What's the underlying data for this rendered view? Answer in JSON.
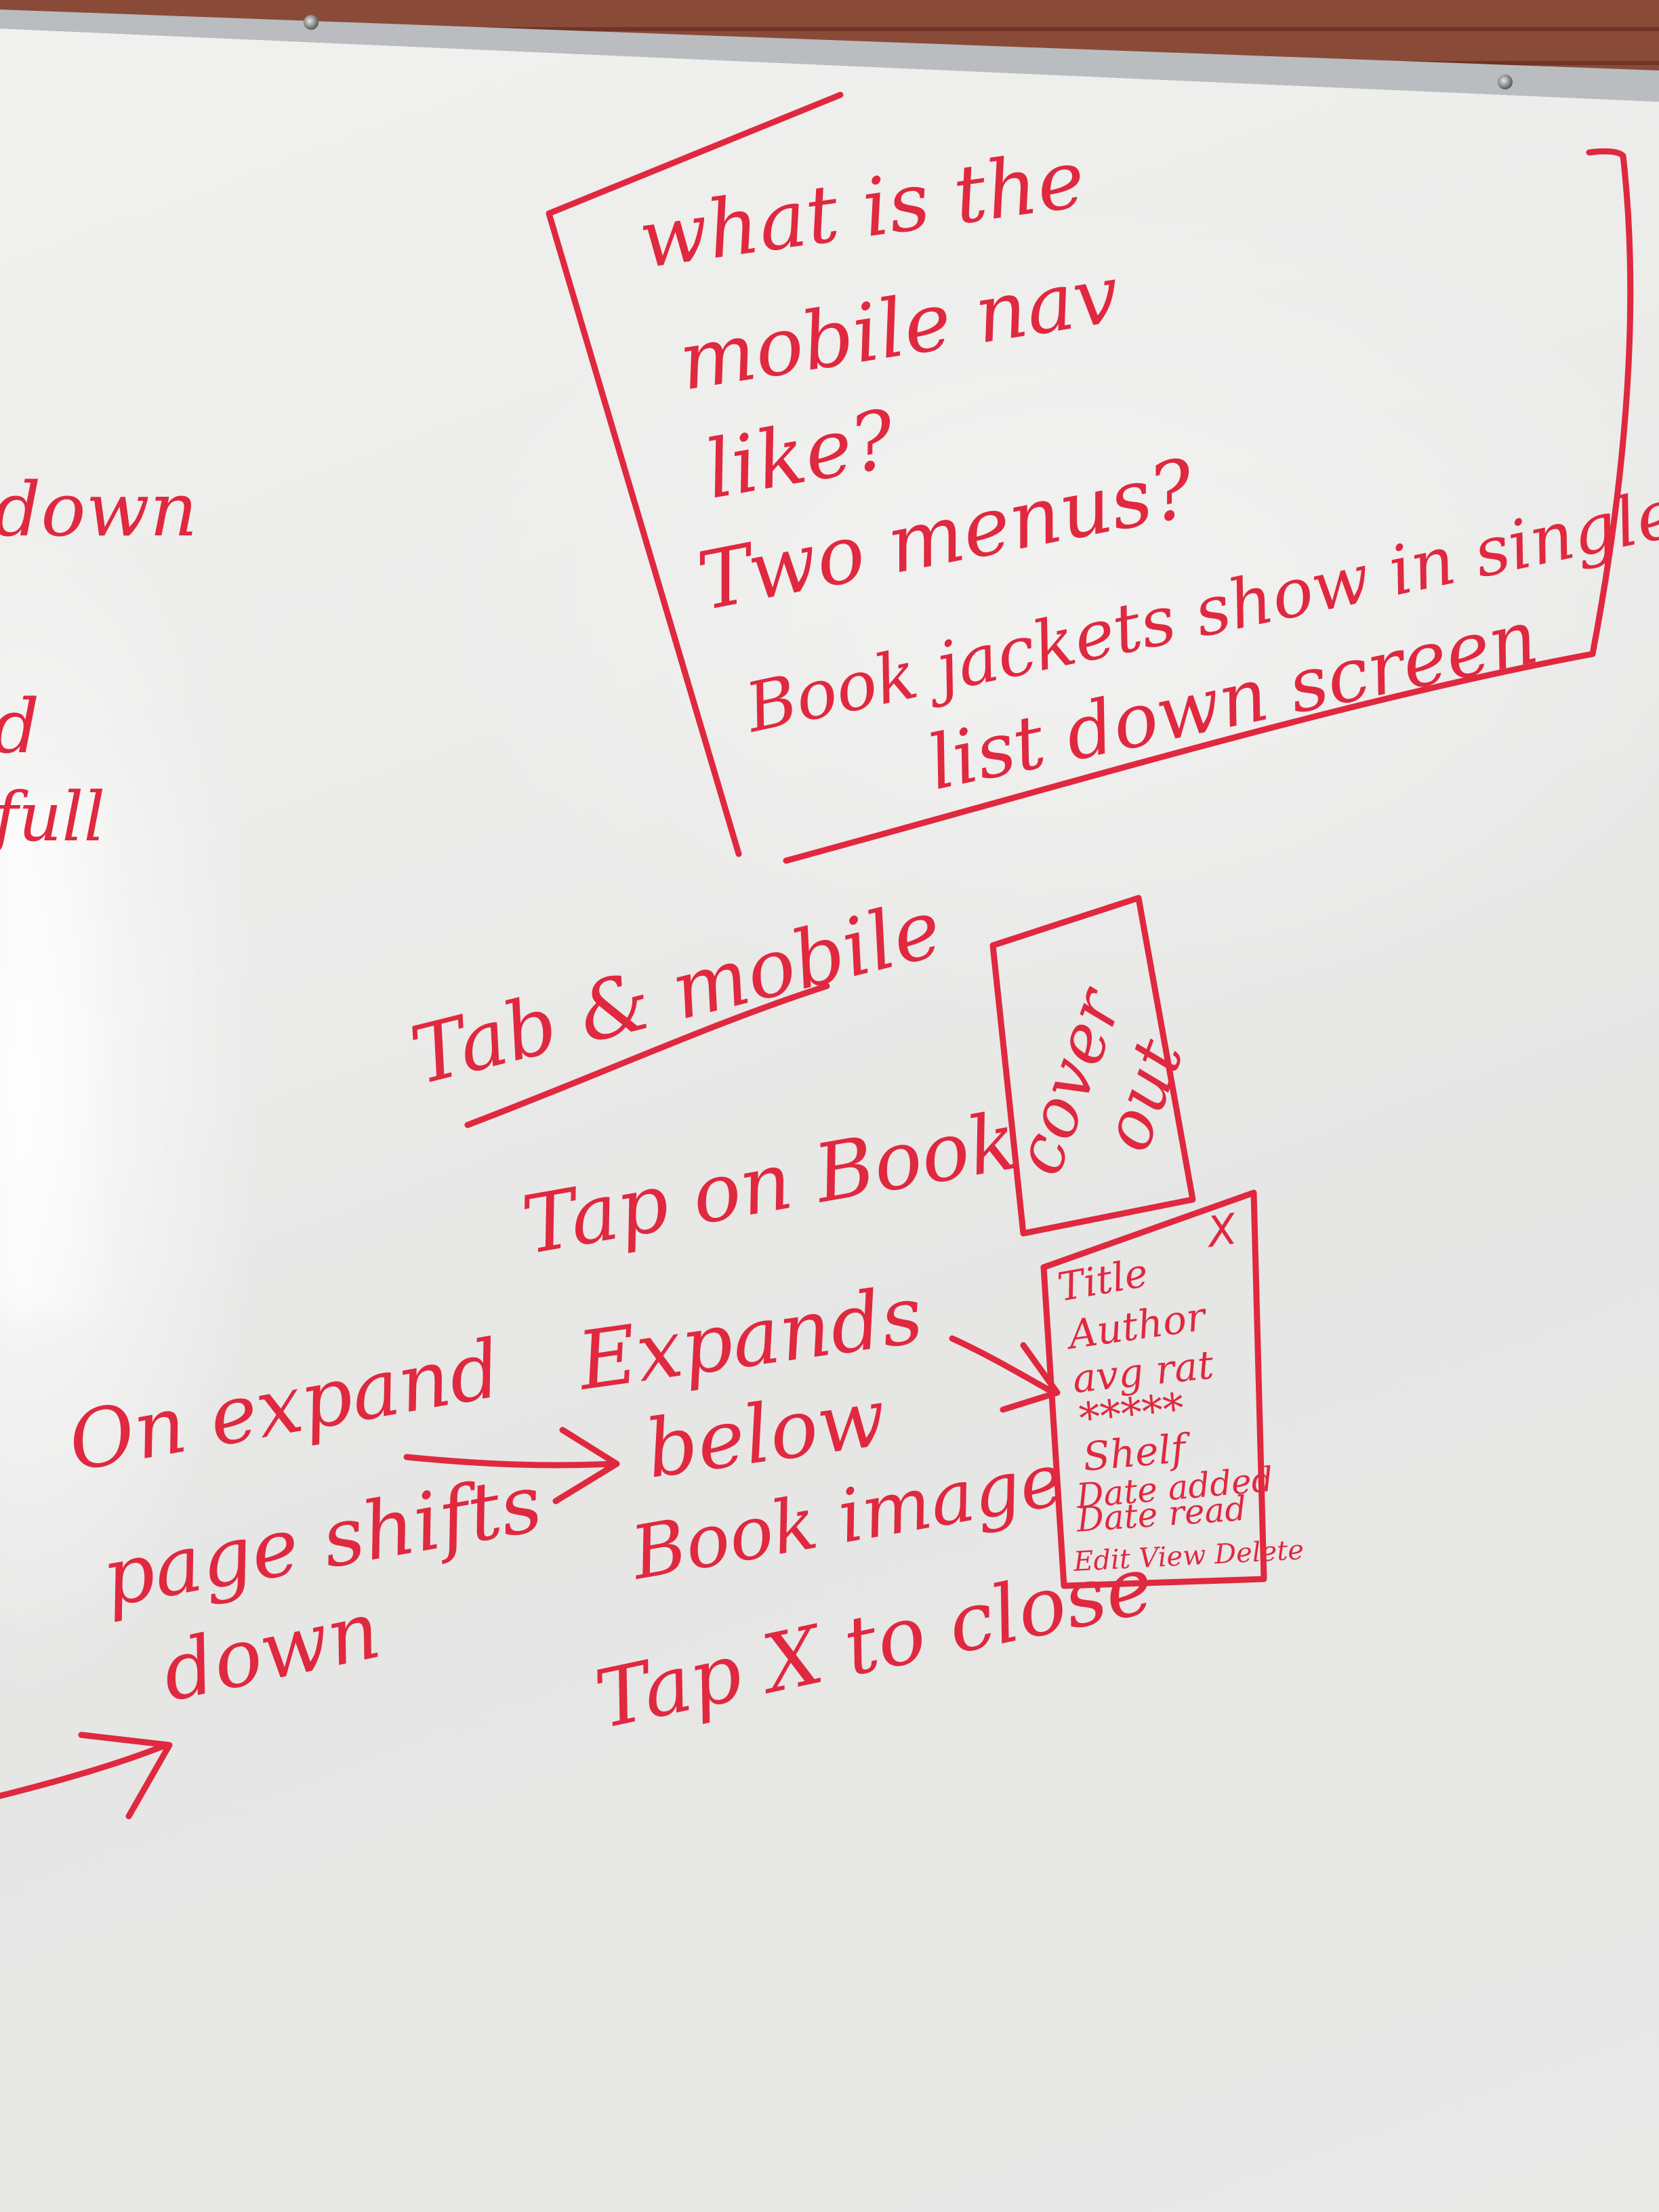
{
  "colors": {
    "ink": "#e0283f",
    "board": "#ececeb",
    "frame": "#c6c8ca",
    "wall": "#7a3b2c"
  },
  "edge_fragments": {
    "top": "down",
    "middle_a": "d",
    "middle_b": "full"
  },
  "question_box": {
    "lines": [
      "what is the",
      "mobile nav",
      "like?",
      "Two menus?",
      "Book jackets show in single",
      "list down screen"
    ]
  },
  "heading": "Tab & mobile",
  "cover_box_label": [
    "cover",
    "out"
  ],
  "steps": [
    "Tap on Book",
    "Expands",
    "below",
    "Book image",
    "Tap X to close"
  ],
  "left_note": [
    "On expand",
    "page shifts",
    "down"
  ],
  "detail_card": {
    "close": "X",
    "fields": [
      "Title",
      "Author",
      "avg rat",
      "*****",
      "Shelf",
      "Date added",
      "Date read",
      "Edit View Delete"
    ]
  }
}
